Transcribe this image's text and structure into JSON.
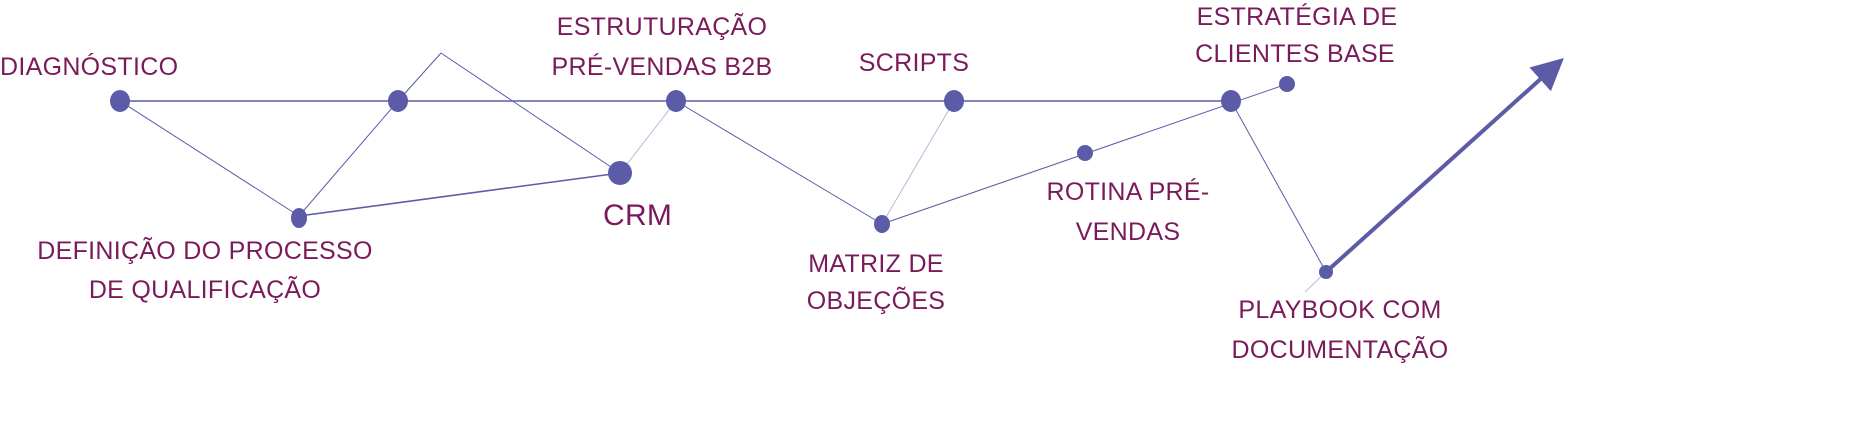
{
  "diagram": {
    "colors": {
      "node": "#5b5ba8",
      "label": "#7a1a5a"
    },
    "steps": [
      {
        "id": "diagnostico",
        "lines": [
          "DIAGNÓSTICO"
        ]
      },
      {
        "id": "definicao",
        "lines": [
          "DEFINIÇÃO DO PROCESSO",
          "DE QUALIFICAÇÃO"
        ]
      },
      {
        "id": "estruturacao",
        "lines": [
          "ESTRUTURAÇÃO",
          "PRÉ-VENDAS B2B"
        ]
      },
      {
        "id": "crm",
        "lines": [
          "CRM"
        ]
      },
      {
        "id": "matriz",
        "lines": [
          "MATRIZ DE",
          "OBJEÇÕES"
        ]
      },
      {
        "id": "scripts",
        "lines": [
          "SCRIPTS"
        ]
      },
      {
        "id": "rotina",
        "lines": [
          "ROTINA PRÉ-",
          "VENDAS"
        ]
      },
      {
        "id": "estrategia",
        "lines": [
          "ESTRATÉGIA DE",
          "CLIENTES BASE"
        ]
      },
      {
        "id": "playbook",
        "lines": [
          "PLAYBOOK COM",
          "DOCUMENTAÇÃO"
        ]
      }
    ]
  }
}
